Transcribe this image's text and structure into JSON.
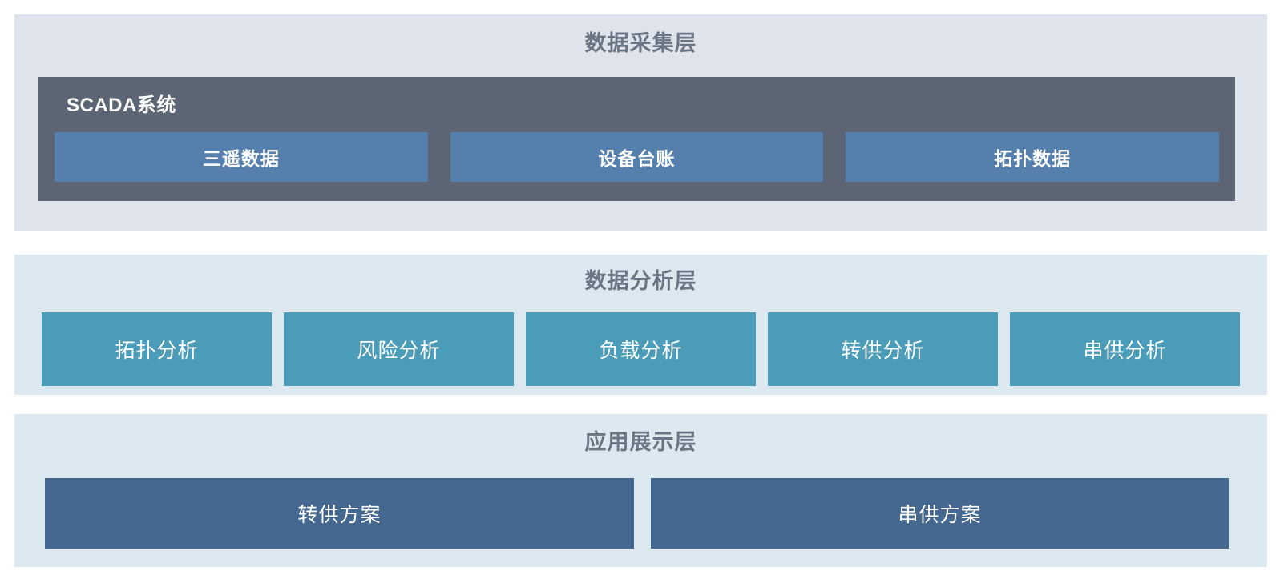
{
  "diagram": {
    "background": "#ffffff",
    "layers": [
      {
        "id": "collection",
        "title": "数据采集层",
        "panel_color": "#dfe3eb",
        "title_color": "#6b7685",
        "group": {
          "label": "SCADA系统",
          "color": "#5c6574",
          "items": [
            {
              "label": "三遥数据",
              "color": "#5580ae"
            },
            {
              "label": "设备台账",
              "color": "#5580ae"
            },
            {
              "label": "拓扑数据",
              "color": "#5580ae"
            }
          ]
        }
      },
      {
        "id": "analysis",
        "title": "数据分析层",
        "panel_color": "#dde9f0",
        "title_color": "#6b7685",
        "items": [
          {
            "label": "拓扑分析",
            "color": "#4b9cb8"
          },
          {
            "label": "风险分析",
            "color": "#4b9cb8"
          },
          {
            "label": "负载分析",
            "color": "#4b9cb8"
          },
          {
            "label": "转供分析",
            "color": "#4b9cb8"
          },
          {
            "label": "串供分析",
            "color": "#4b9cb8"
          }
        ]
      },
      {
        "id": "application",
        "title": "应用展示层",
        "panel_color": "#dde9f0",
        "title_color": "#6b7685",
        "items": [
          {
            "label": "转供方案",
            "color": "#44688f"
          },
          {
            "label": "串供方案",
            "color": "#44688f"
          }
        ]
      }
    ]
  }
}
